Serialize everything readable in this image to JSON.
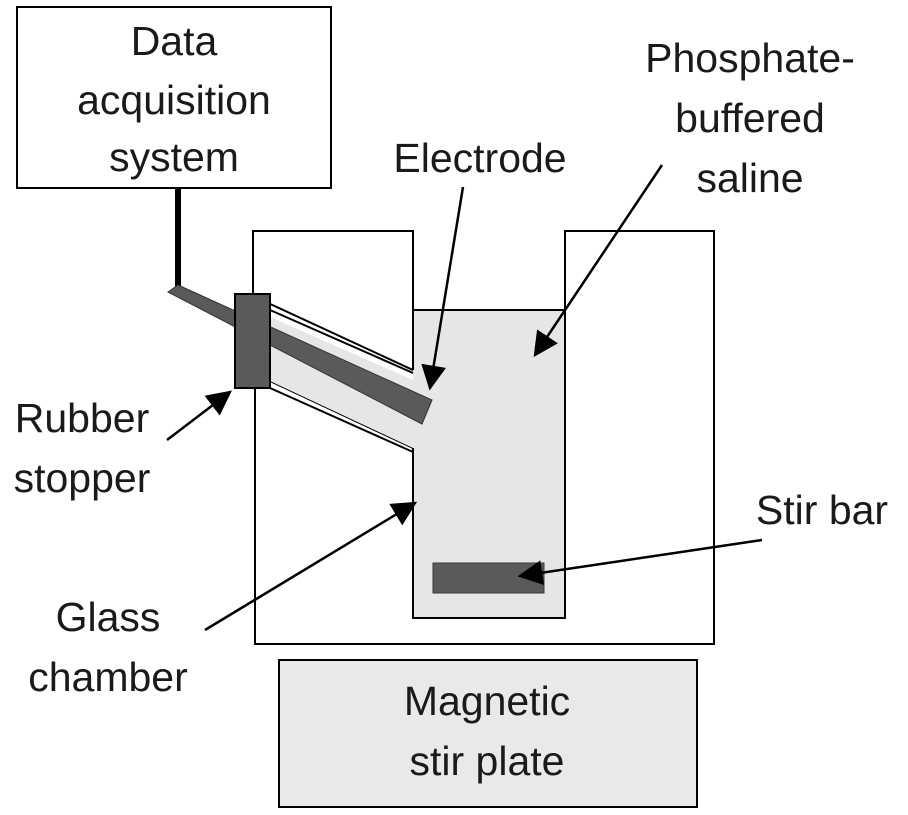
{
  "labels": {
    "daq_line1": "Data",
    "daq_line2": "acquisition",
    "daq_line3": "system",
    "pbs_line1": "Phosphate-",
    "pbs_line2": "buffered",
    "pbs_line3": "saline",
    "electrode": "Electrode",
    "stopper_line1": "Rubber",
    "stopper_line2": "stopper",
    "stir_bar": "Stir bar",
    "chamber_line1": "Glass",
    "chamber_line2": "chamber",
    "plate_line1": "Magnetic",
    "plate_line2": "stir plate"
  },
  "colors": {
    "outline": "#000000",
    "saline_fill": "#e6e6e6",
    "electrode_fill": "#5a5a5a",
    "stopper_fill": "#5a5a5a",
    "stir_bar_fill": "#5a5a5a",
    "plate_fill": "#e9e9e9"
  }
}
